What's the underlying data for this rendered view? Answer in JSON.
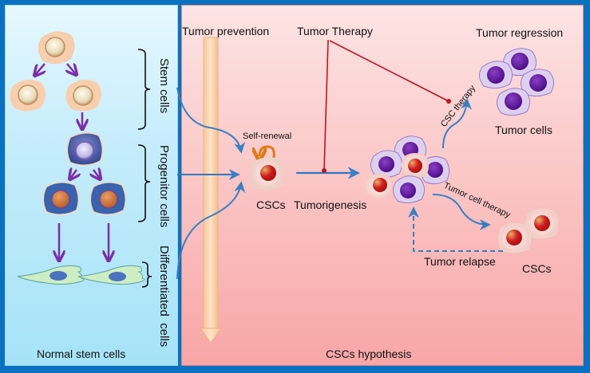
{
  "left_panel": {
    "title": "Normal stem cells",
    "stage_labels": {
      "stem": "Stem cells",
      "progenitor": "Progenitor cells",
      "differentiated": "Differentiated  cells"
    }
  },
  "right_panel": {
    "title": "CSCs hypothesis",
    "tumor_prevention": "Tumor prevention",
    "tumor_therapy": "Tumor Therapy",
    "tumor_regression": "Tumor regression",
    "self_renewal": "Self-renewal",
    "cscs_center": "CSCs",
    "tumorigenesis": "Tumorigenesis",
    "csc_therapy": "CSC therapy",
    "tumor_cells": "Tumor cells",
    "tumor_cell_therapy": "Tumor cell therapy",
    "tumor_relapse": "Tumor relapse",
    "cscs_relapse": "CSCs"
  },
  "colors": {
    "frame": "#0a70c0",
    "left_bg": "#b3e8f9",
    "right_bg": "#fbbcbc",
    "flow_arrow": "#3a7fc1",
    "therapy_line": "#c0141e",
    "lineage_arrow": "#7b2fa8",
    "tumor_cell_nucleus": "#6a1ea0",
    "csc_nucleus": "#cc1b1b"
  }
}
